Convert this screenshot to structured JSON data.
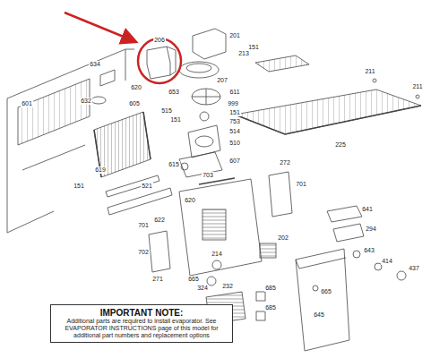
{
  "diagram": {
    "nodes": [
      {
        "text": [
          "IMPORTANT NOTE:",
          "Additional parts are required to install evaporator. See EVAPORATOR INSTRUCTIONS page of this model for additional part numbers and replacement options"
        ]
      }
    ],
    "labels": [
      "206",
      "201",
      "151",
      "213",
      "207",
      "211",
      "211",
      "634",
      "632",
      "601",
      "620",
      "605",
      "653",
      "611",
      "999",
      "515",
      "151",
      "151",
      "753",
      "514",
      "510",
      "615",
      "607",
      "225",
      "151",
      "619",
      "521",
      "703",
      "272",
      "701",
      "620",
      "622",
      "641",
      "294",
      "701",
      "702",
      "271",
      "665",
      "214",
      "202",
      "643",
      "414",
      "437",
      "324",
      "232",
      "685",
      "685",
      "665",
      "645"
    ]
  }
}
